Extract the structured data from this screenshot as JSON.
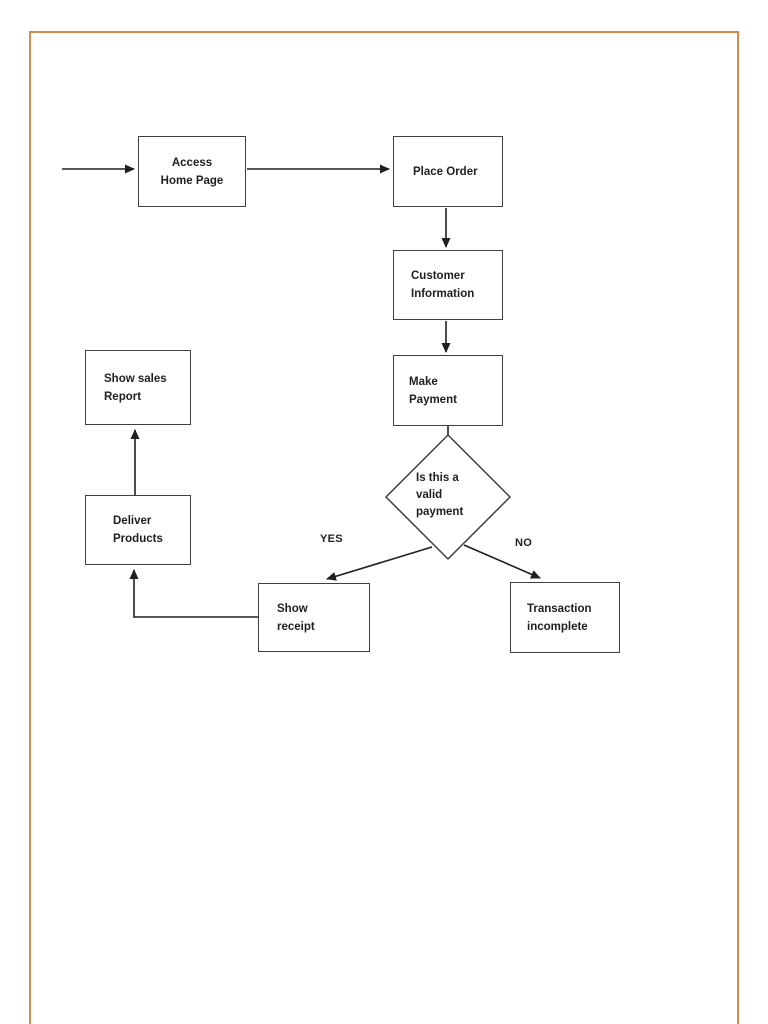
{
  "colors": {
    "page_border": "#cd8d4e",
    "connector": "#1f1f1f",
    "node_border": "#3f3f3f",
    "node_fill": "#ffffff",
    "text": "#1f1f1f",
    "background": "#ffffff"
  },
  "flowchart": {
    "nodes": {
      "access_home_page": {
        "label": "Access\nHome Page"
      },
      "place_order": {
        "label": "Place Order"
      },
      "customer_information": {
        "label": "Customer\nInformation"
      },
      "make_payment": {
        "label": "Make\nPayment"
      },
      "valid_payment_decision": {
        "label": "Is this a\nvalid\npayment"
      },
      "show_sales_report": {
        "label": "Show sales\nReport"
      },
      "deliver_products": {
        "label": "Deliver\nProducts"
      },
      "show_receipt": {
        "label": "Show\nreceipt"
      },
      "transaction_incomplete": {
        "label": "Transaction\nincomplete"
      }
    },
    "edge_labels": {
      "yes": "YES",
      "no": "NO"
    }
  }
}
